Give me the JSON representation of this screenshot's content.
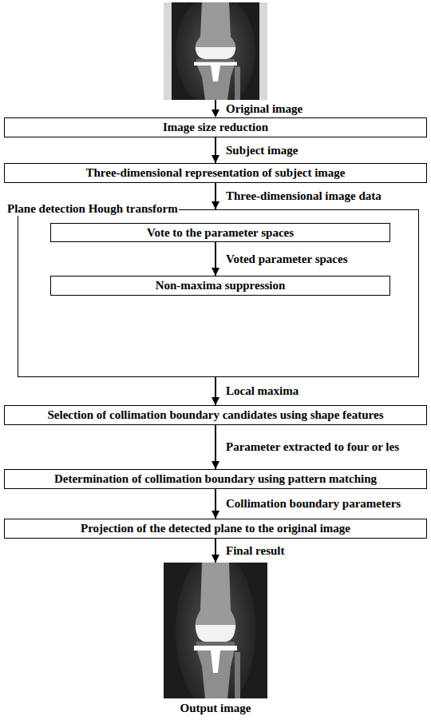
{
  "diagram": {
    "nodes": [
      {
        "text": [
          "Image size reduction"
        ]
      },
      {
        "text": [
          "Three-dimensional representation of subject image"
        ]
      },
      {
        "text": [
          "Plane detection Hough transform"
        ]
      },
      {
        "text": [
          "Vote to the parameter spaces"
        ],
        "in": 2
      },
      {
        "text": [
          "Non-maxima suppression"
        ],
        "in": 2
      },
      {
        "text": [
          "Selection of collimation boundary candidates using shape features"
        ]
      },
      {
        "text": [
          "Determination of collimation boundary using pattern matching"
        ]
      },
      {
        "text": [
          "Projection of the detected plane to the original image"
        ]
      },
      {
        "text": [
          "Output image"
        ]
      }
    ],
    "edges": [
      {
        "from": 0,
        "to": 1,
        "arrow": "to",
        "label": "Subject image"
      },
      {
        "from": 1,
        "to": 2,
        "arrow": "to",
        "label": "Three-dimensional image data"
      },
      {
        "from": 3,
        "to": 4,
        "arrow": "to",
        "label": "Voted parameter spaces"
      },
      {
        "from": 2,
        "to": 5,
        "arrow": "to",
        "label": "Local maxima"
      },
      {
        "from": 5,
        "to": 6,
        "arrow": "to",
        "label": "Parameter extracted to four or les"
      },
      {
        "from": 6,
        "to": 7,
        "arrow": "to",
        "label": "Collimation boundary parameters"
      },
      {
        "from": 7,
        "to": 8,
        "arrow": "to",
        "label": "Final result"
      }
    ],
    "labels": [
      "Original image"
    ]
  }
}
